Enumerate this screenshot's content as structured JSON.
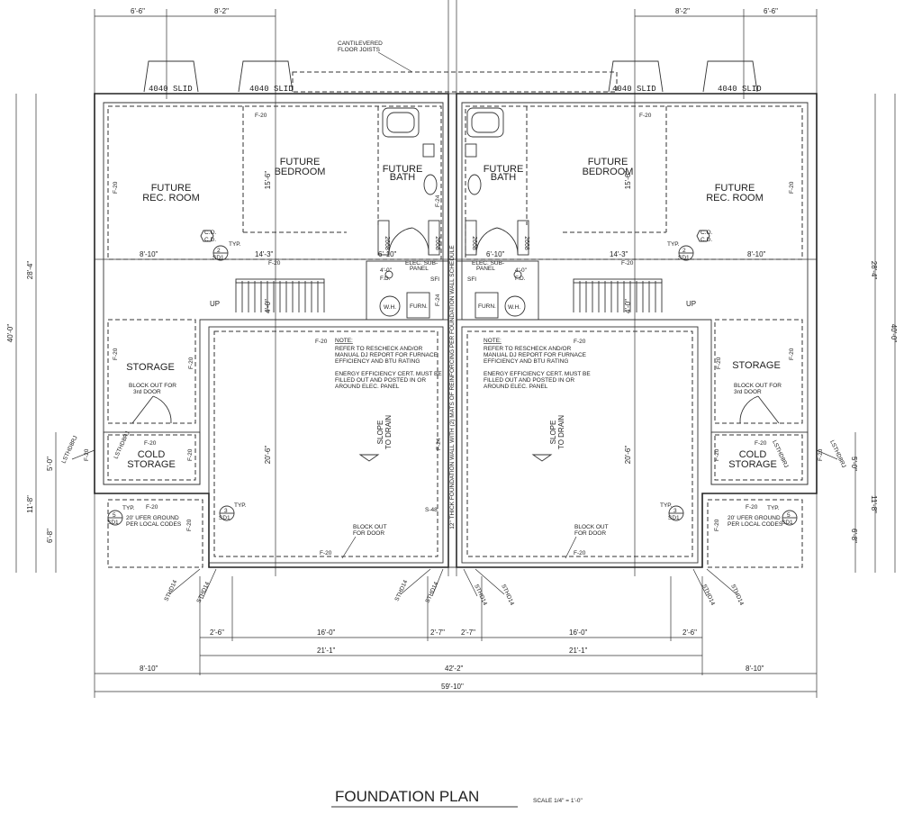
{
  "title": "FOUNDATION PLAN",
  "scale": "SCALE 1/4\" = 1'-0\"",
  "cantilever": [
    "CANTILEVERED",
    "FLOOR JOISTS"
  ],
  "window_label": "4040 SLID",
  "center_wall_note": "12\" THICK FOUNDATION WALL WITH (2) MATS OF REINFORCING PER FOUNDATION WALL SCHEDULE",
  "footing": "F-20",
  "footing_alt": "F-24",
  "rooms": {
    "future": "FUTURE",
    "rec_room": "REC. ROOM",
    "bedroom": "BEDROOM",
    "bath": "BATH",
    "storage": "STORAGE",
    "cold": "COLD",
    "wh": "W.H.",
    "furn": "FURN.",
    "elec": "ELEC. SUB-",
    "panel": "PANEL",
    "fd": "F.D."
  },
  "note": {
    "heading": "NOTE:",
    "lines": [
      "REFER TO RESCHECK AND/OR",
      "MANUAL DJ REPORT FOR FURNACE",
      "EFFICIENCY AND BTU RATING",
      "",
      "ENERGY EFFICIENCY CERT. MUST BE",
      "FILLED OUT AND POSTED IN OR",
      "AROUND ELEC. PANEL"
    ]
  },
  "slope": [
    "SLOPE",
    "TO DRAIN"
  ],
  "block_door": [
    "BLOCK OUT",
    "FOR DOOR"
  ],
  "block_3rd": [
    "BLOCK OUT FOR",
    "3rd DOOR"
  ],
  "ufer": [
    "20' UFER GROUND",
    "PER LOCAL CODES"
  ],
  "typ": "TYP.",
  "up": "UP",
  "door": "2668",
  "strap": "STHD14",
  "strap2": "LSTHD8RJ",
  "s48": "S-48",
  "co": "C.O.",
  "cd": "C.D.",
  "sfi": "SFI",
  "details": {
    "d2": "2",
    "d3": "3",
    "d5": "5",
    "sd1": "SD1"
  },
  "dims": {
    "top_l1": "6'-6\"",
    "top_l2": "8'-2\"",
    "top_r1": "8'-2\"",
    "top_r2": "6'-6\"",
    "d28_4": "28'-4\"",
    "d40": "40'-0\"",
    "d11_8": "11'-8\"",
    "d5": "5'-0\"",
    "d6_8": "6'-8\"",
    "d8_10": "8'-10\"",
    "d14_3": "14'-3\"",
    "d6_10": "6'-10\"",
    "d4": "4'-0\"",
    "d15_6": "15'-6\"",
    "d20_6": "20'-6\"",
    "d2_6": "2'-6\"",
    "d16": "16'-0\"",
    "d2_7": "2'-7\"",
    "d21_1": "21'-1\"",
    "d42_2": "42'-2\"",
    "d59_10": "59'-10\""
  }
}
